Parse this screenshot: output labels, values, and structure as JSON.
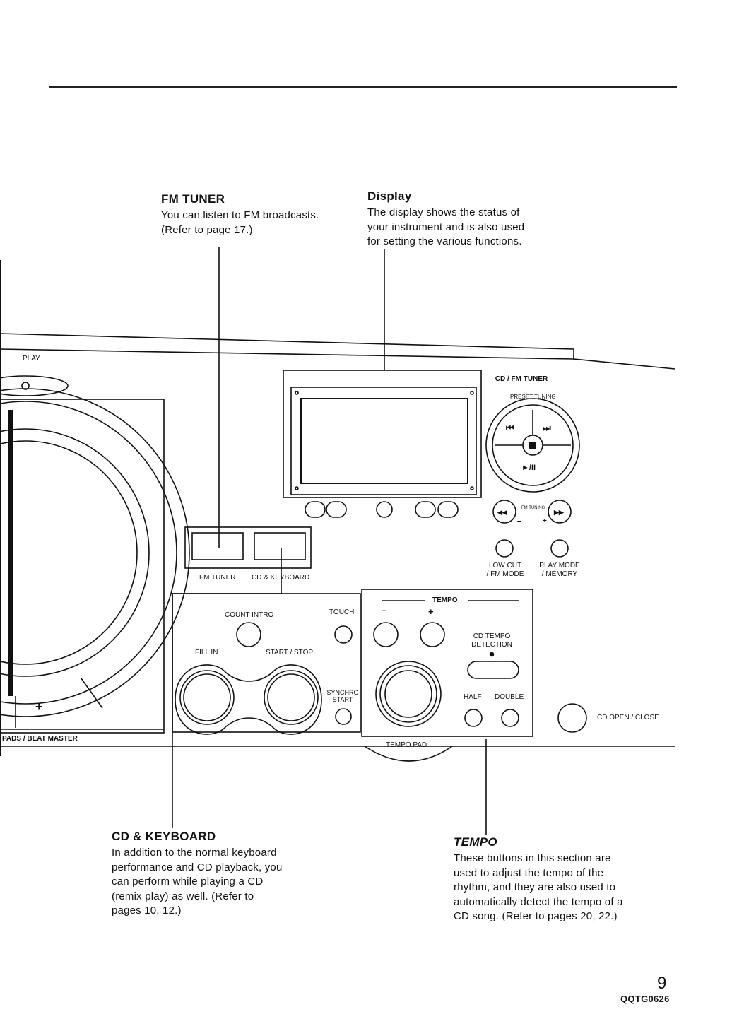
{
  "callouts": {
    "fm_tuner": {
      "title": "FM TUNER",
      "lines": [
        "You can listen to FM broadcasts.",
        "(Refer to page 17.)"
      ]
    },
    "display": {
      "title": "Display",
      "lines": [
        "The display shows the status of",
        "your instrument and is also used",
        "for setting the various functions."
      ]
    },
    "cd_keyboard": {
      "title": "CD & KEYBOARD",
      "lines": [
        "In addition to the normal keyboard",
        "performance and CD playback, you",
        "can perform while playing a CD",
        "(remix play) as well. (Refer to",
        "pages 10, 12.)"
      ]
    },
    "tempo": {
      "title": "TEMPO",
      "lines": [
        "These buttons in this section are",
        "used to adjust the tempo of the",
        "rhythm, and they are also used to",
        "automatically detect the tempo of a",
        "CD song. (Refer to pages 20, 22.)"
      ]
    }
  },
  "panel": {
    "play": "PLAY",
    "pads_beat_master": "PADS / BEAT MASTER",
    "plus": "+",
    "cd_fm_tuner": "— CD / FM TUNER —",
    "preset_tuning": "PRESET TUNING",
    "prev_symbol": "⏮",
    "next_symbol": "⏭",
    "play_pause": "►/II",
    "rew_symbol": "◀◀",
    "ff_symbol": "▶▶",
    "fm_tuning": "FM TUNING",
    "minus": "–",
    "tuning_plus": "+",
    "low_cut": [
      "LOW CUT",
      "/ FM MODE"
    ],
    "play_mode": [
      "PLAY MODE",
      "/ MEMORY"
    ],
    "fm_tuner_btn": "FM TUNER",
    "cd_keyboard_btn": "CD & KEYBOARD",
    "count_intro": "COUNT INTRO",
    "touch": "TOUCH",
    "fill_in": "FILL IN",
    "start_stop": "START / STOP",
    "synchro_start": [
      "SYNCHRO",
      "START"
    ],
    "tempo": "TEMPO",
    "tempo_minus": "–",
    "tempo_plus": "+",
    "cd_tempo_detection": [
      "CD TEMPO",
      "DETECTION"
    ],
    "half": "HALF",
    "double": "DOUBLE",
    "tempo_pad": "TEMPO PAD",
    "cd_open_close": "CD OPEN / CLOSE"
  },
  "footer": {
    "page_number": "9",
    "doc_code": "QQTG0626"
  }
}
